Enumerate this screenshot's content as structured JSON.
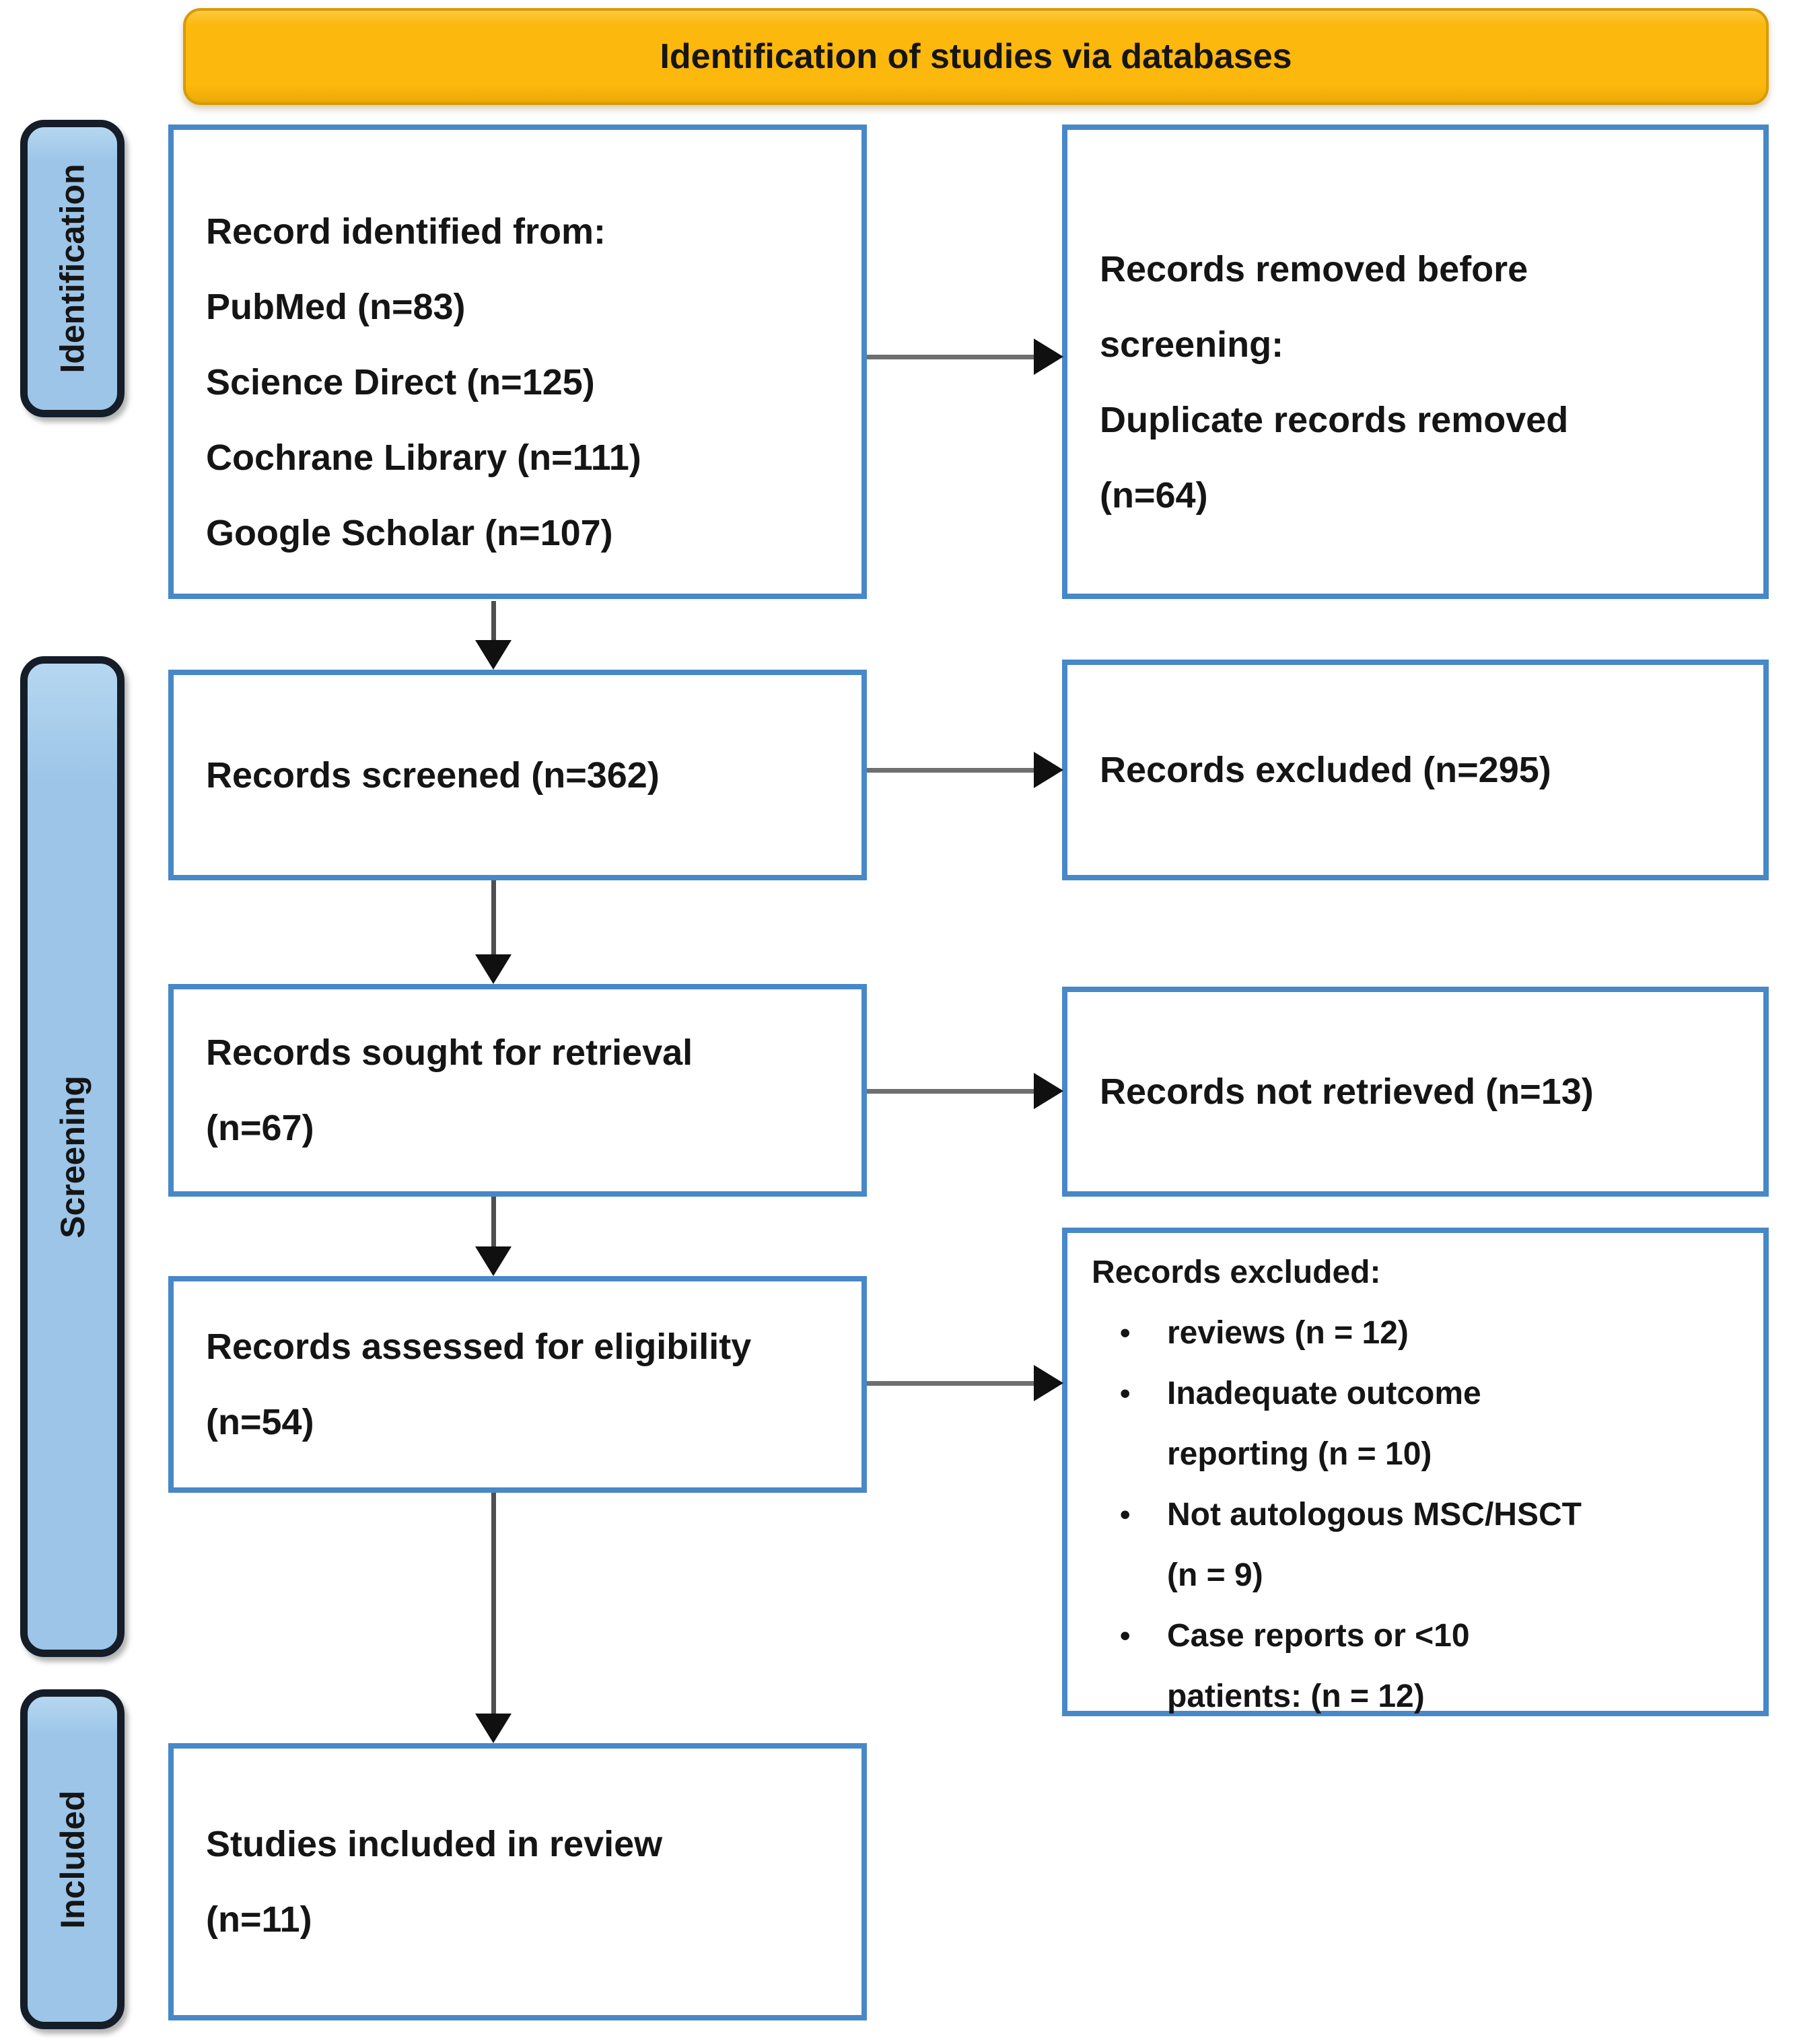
{
  "header": {
    "title": "Identification of studies via databases"
  },
  "stages": [
    {
      "label": "Identification"
    },
    {
      "label": "Screening"
    },
    {
      "label": "Included"
    }
  ],
  "boxes": {
    "identified": {
      "lines": [
        "Record identified from:",
        "PubMed (n=83)",
        "Science Direct (n=125)",
        "Cochrane Library (n=111)",
        "Google Scholar (n=107)"
      ]
    },
    "removed": {
      "lines": [
        "Records removed before",
        "screening:",
        "Duplicate records removed",
        "(n=64)"
      ]
    },
    "screened": {
      "label": "Records screened (n=362)"
    },
    "excluded": {
      "label": "Records excluded (n=295)"
    },
    "sought": {
      "lines": [
        "Records sought for retrieval",
        "(n=67)"
      ]
    },
    "not_retrieved": {
      "label": "Records not retrieved (n=13)"
    },
    "assessed": {
      "lines": [
        "Records assessed for eligibility",
        "(n=54)"
      ]
    },
    "excluded_reasons": {
      "title": "Records excluded:",
      "bullet": "•",
      "items": [
        {
          "lines": [
            "reviews (n = 12)"
          ]
        },
        {
          "lines": [
            "Inadequate outcome",
            "reporting (n = 10)"
          ]
        },
        {
          "lines": [
            "Not autologous MSC/HSCT",
            "(n = 9)"
          ]
        },
        {
          "lines": [
            "Case reports or <10",
            "patients: (n = 12)"
          ]
        }
      ]
    },
    "included": {
      "lines": [
        "Studies included in review",
        "(n=11)"
      ]
    }
  }
}
